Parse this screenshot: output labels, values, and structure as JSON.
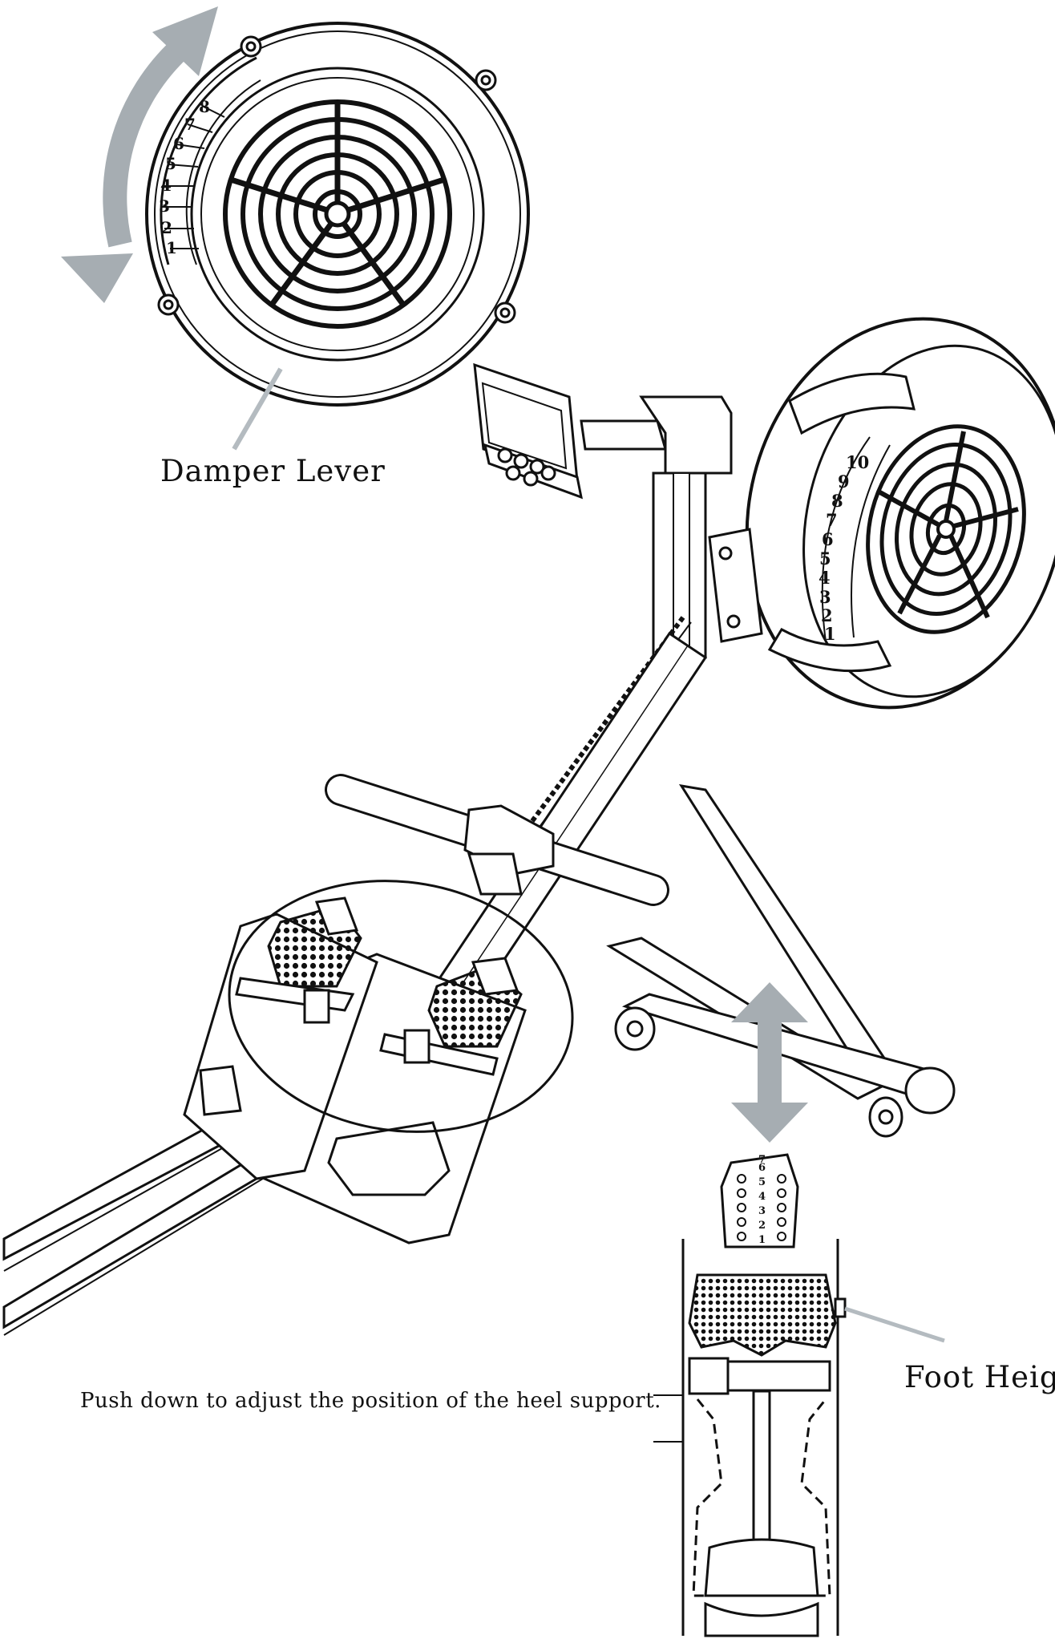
{
  "labels": {
    "damper_lever": "Damper Lever",
    "foot_height": "Foot Heigh",
    "heel_support_note": "Push down to adjust the position of the heel support."
  },
  "damper_scale_top": [
    "1",
    "2",
    "3",
    "4",
    "5",
    "6",
    "7",
    "8"
  ],
  "damper_scale_side": [
    "1",
    "2",
    "3",
    "4",
    "5",
    "6",
    "7",
    "8",
    "9",
    "10"
  ],
  "foot_scale": [
    "1",
    "2",
    "3",
    "4",
    "5",
    "6",
    "7"
  ],
  "colors": {
    "line": "#111111",
    "arrow": "#a6adb2",
    "pointer": "#b4bbc0"
  },
  "icons": {
    "curved_arrow": "curved-double-arrow-icon",
    "vertical_arrow": "vertical-double-arrow-icon"
  }
}
